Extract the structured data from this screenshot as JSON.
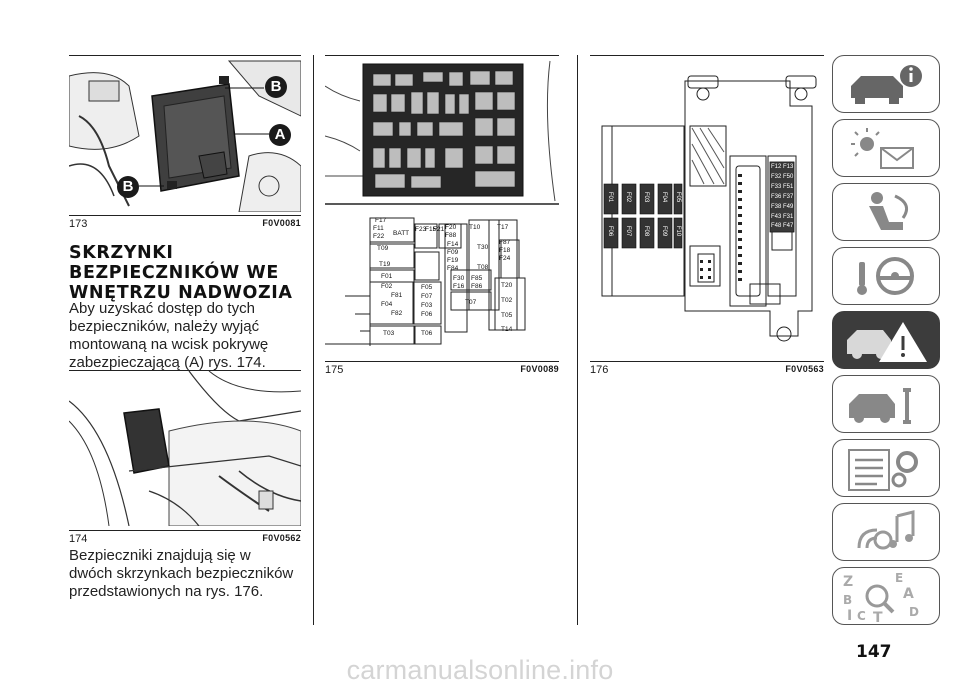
{
  "section": {
    "heading_lines": [
      "SKRZYNKI",
      "BEZPIECZNIKÓW WE",
      "WNĘTRZU NADWOZIA"
    ],
    "intro_lines": [
      "Aby uzyskać dostęp do tych",
      "bezpieczników, należy wyjąć",
      "montowaną na wcisk pokrywę",
      "zabezpieczającą (A) rys. 174."
    ],
    "outro_lines": [
      "Bezpieczniki znajdują się w",
      "dwóch skrzynkach bezpieczników",
      "przedstawionych na rys. 176."
    ]
  },
  "figures": [
    {
      "number": "173",
      "code": "F0V0081",
      "callouts": [
        "B",
        "A",
        "B"
      ]
    },
    {
      "number": "174",
      "code": "F0V0562"
    },
    {
      "number": "175",
      "code": "F0V0089"
    },
    {
      "number": "176",
      "code": "F0V0563"
    }
  ],
  "fuse_labels_175": [
    "F17",
    "F11",
    "F22",
    "BATT",
    "F23",
    "F15",
    "F21",
    "F20",
    "F88",
    "T10",
    "T17",
    "T09",
    "F14",
    "F09",
    "F19",
    "F84",
    "T30",
    "F87",
    "F18",
    "F24",
    "F30",
    "F85",
    "F16",
    "F86",
    "T19",
    "F01",
    "F02",
    "F81",
    "F04",
    "F82",
    "F05",
    "F07",
    "F03",
    "F06",
    "T08",
    "T07",
    "T20",
    "T02",
    "T05",
    "T14",
    "T03",
    "T06"
  ],
  "fuse_labels_176_left": [
    "F01",
    "F02",
    "F03",
    "F04",
    "F05",
    "F06",
    "F07",
    "F08",
    "F09",
    "F10"
  ],
  "fuse_labels_176_right": [
    "F12",
    "F13",
    "F32",
    "F50",
    "F33",
    "F51",
    "F36",
    "F37",
    "F38",
    "F49",
    "F43",
    "F31",
    "F48",
    "F47"
  ],
  "page_number": "147",
  "watermark": "carmanualsonline.info",
  "sidebar_tabs": [
    {
      "icon": "car-info-icon",
      "active": false
    },
    {
      "icon": "lights-message-icon",
      "active": false
    },
    {
      "icon": "seat-airbag-icon",
      "active": false
    },
    {
      "icon": "steering-key-icon",
      "active": false
    },
    {
      "icon": "hazard-warning-icon",
      "active": true
    },
    {
      "icon": "car-service-icon",
      "active": false
    },
    {
      "icon": "specs-gear-icon",
      "active": false
    },
    {
      "icon": "multimedia-icon",
      "active": false
    },
    {
      "icon": "alphabetical-index-icon",
      "active": false
    }
  ]
}
